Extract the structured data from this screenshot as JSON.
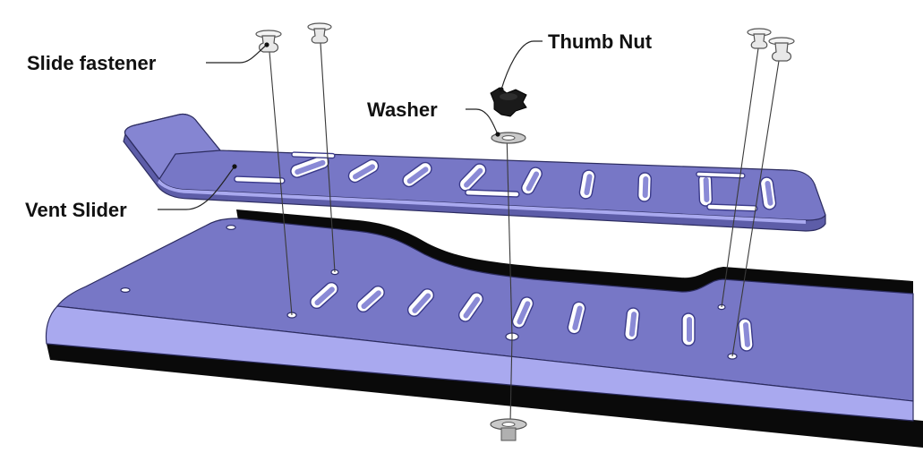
{
  "labels": {
    "slide_fastener": "Slide fastener",
    "thumb_nut": "Thumb Nut",
    "washer": "Washer",
    "vent_slider": "Vent Slider"
  },
  "colors": {
    "plate_top": "#7777c6",
    "plate_front": "#a9a9ef",
    "plate_side": "#5d5da8",
    "shadow_band": "#0a0a0a",
    "nut": "#1a1a1a",
    "washer": "#c9c9c9"
  }
}
